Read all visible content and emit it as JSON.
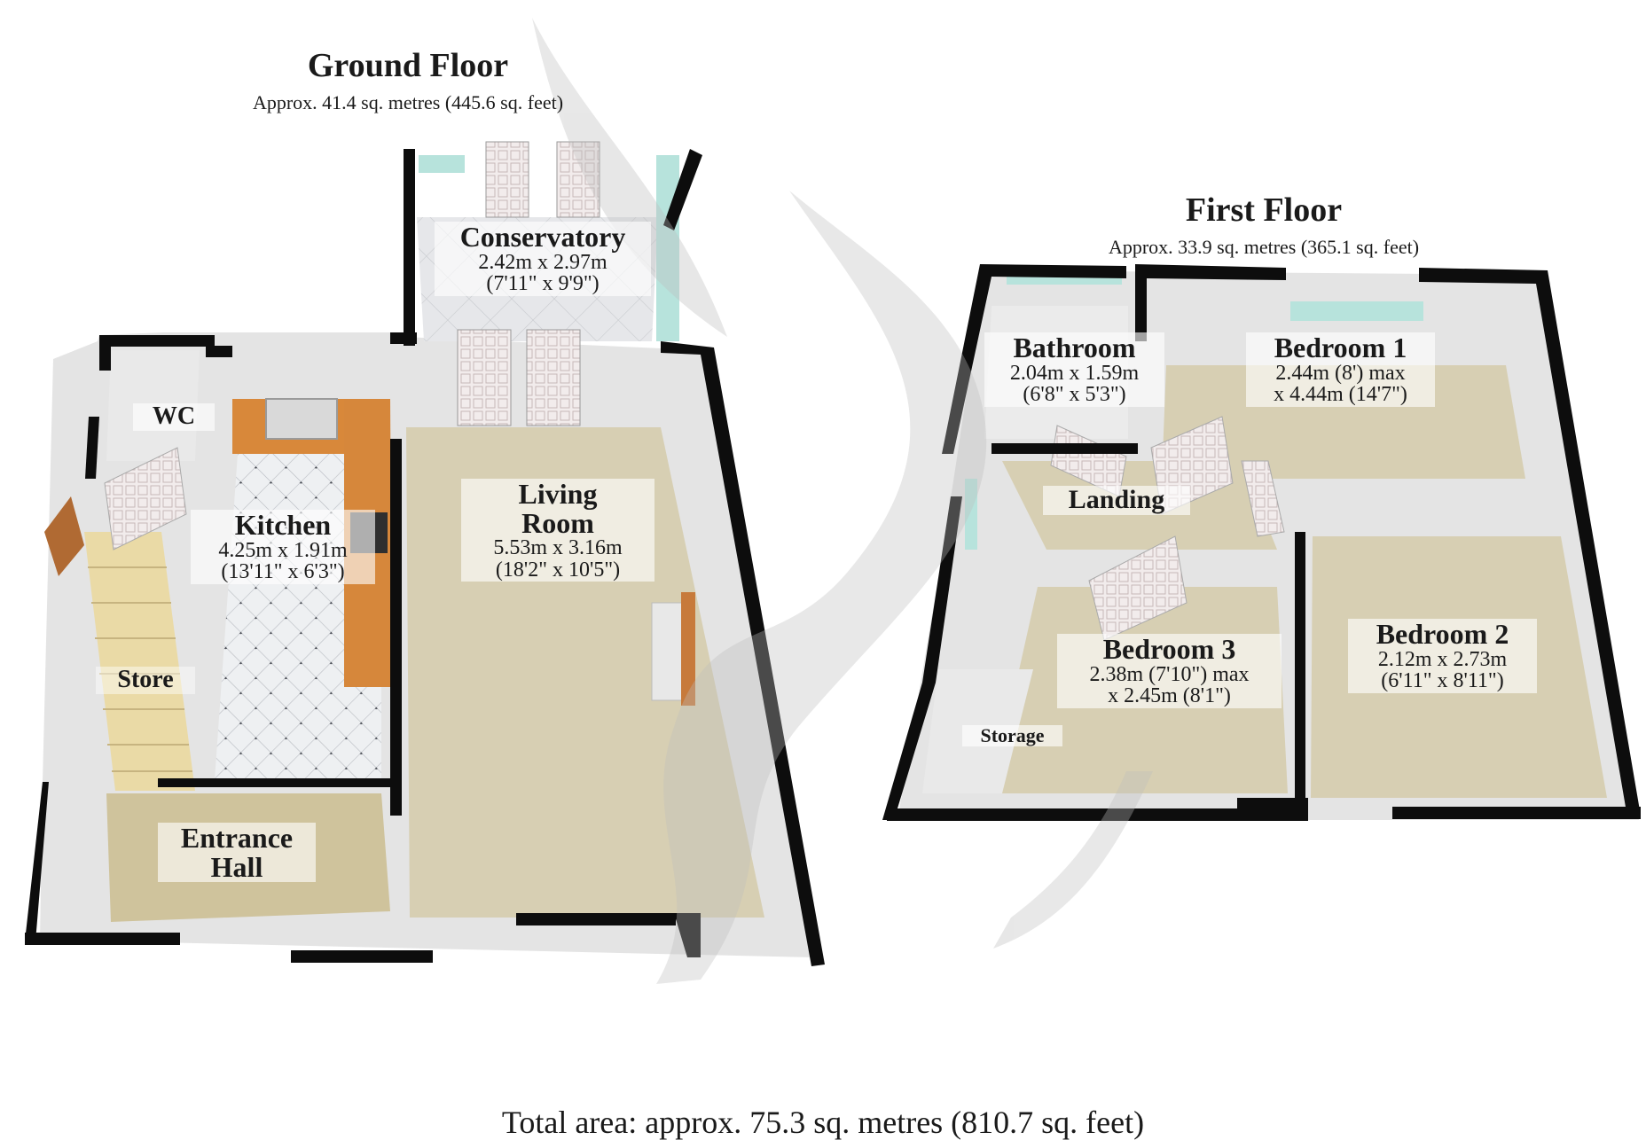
{
  "ground_floor": {
    "title": "Ground Floor",
    "area": "Approx. 41.4 sq. metres (445.6 sq. feet)",
    "rooms": {
      "conservatory": {
        "name": "Conservatory",
        "dim_metric": "2.42m x 2.97m",
        "dim_imperial": "(7'11\" x 9'9\")"
      },
      "wc": {
        "name": "WC"
      },
      "kitchen": {
        "name": "Kitchen",
        "dim_metric": "4.25m x 1.91m",
        "dim_imperial": "(13'11\" x 6'3\")"
      },
      "living_room": {
        "name_line1": "Living",
        "name_line2": "Room",
        "dim_metric": "5.53m x 3.16m",
        "dim_imperial": "(18'2\" x 10'5\")"
      },
      "store": {
        "name": "Store"
      },
      "entrance_hall": {
        "name_line1": "Entrance",
        "name_line2": "Hall"
      }
    }
  },
  "first_floor": {
    "title": "First Floor",
    "area": "Approx. 33.9 sq. metres (365.1 sq. feet)",
    "rooms": {
      "bathroom": {
        "name": "Bathroom",
        "dim_metric": "2.04m x 1.59m",
        "dim_imperial": "(6'8\" x 5'3\")"
      },
      "bedroom_1": {
        "name": "Bedroom 1",
        "dim_line1": "2.44m (8') max",
        "dim_line2": "x 4.44m (14'7\")"
      },
      "landing": {
        "name": "Landing"
      },
      "bedroom_3": {
        "name": "Bedroom 3",
        "dim_line1": "2.38m (7'10\") max",
        "dim_line2": "x 2.45m (8'1\")"
      },
      "bedroom_2": {
        "name": "Bedroom 2",
        "dim_metric": "2.12m x 2.73m",
        "dim_imperial": "(6'11\" x 8'11\")"
      },
      "storage": {
        "name": "Storage"
      }
    }
  },
  "total_area": "Total area: approx. 75.3 sq. metres (810.7 sq. feet)",
  "colors": {
    "wall": "#0d0d0d",
    "floor_carpet": "#d6cfb4",
    "floor_tile": "#e7e9ec",
    "inner_wall": "#e2e2e2",
    "worktop": "#d68a3a",
    "stairs": "#ead9a6",
    "glass": "#b7e3dc",
    "watermark": "#c9c9c9"
  }
}
